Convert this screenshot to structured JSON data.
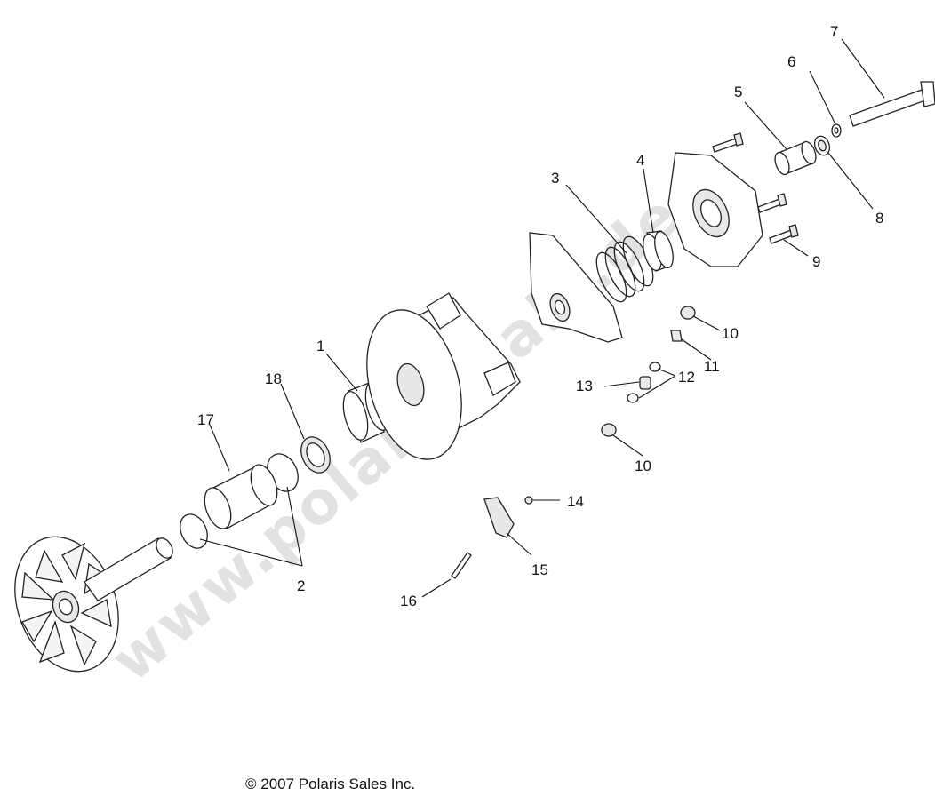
{
  "watermark": "www.polaris-sale.de",
  "copyright": "© 2007 Polaris Sales Inc.",
  "callouts": [
    {
      "id": "1",
      "text": "1"
    },
    {
      "id": "2",
      "text": "2"
    },
    {
      "id": "3",
      "text": "3"
    },
    {
      "id": "4",
      "text": "4"
    },
    {
      "id": "5",
      "text": "5"
    },
    {
      "id": "6",
      "text": "6"
    },
    {
      "id": "7",
      "text": "7"
    },
    {
      "id": "8",
      "text": "8"
    },
    {
      "id": "9",
      "text": "9"
    },
    {
      "id": "10a",
      "text": "10"
    },
    {
      "id": "10b",
      "text": "10"
    },
    {
      "id": "11",
      "text": "11"
    },
    {
      "id": "12",
      "text": "12"
    },
    {
      "id": "13",
      "text": "13"
    },
    {
      "id": "14",
      "text": "14"
    },
    {
      "id": "15",
      "text": "15"
    },
    {
      "id": "16",
      "text": "16"
    },
    {
      "id": "17",
      "text": "17"
    },
    {
      "id": "18",
      "text": "18"
    }
  ]
}
